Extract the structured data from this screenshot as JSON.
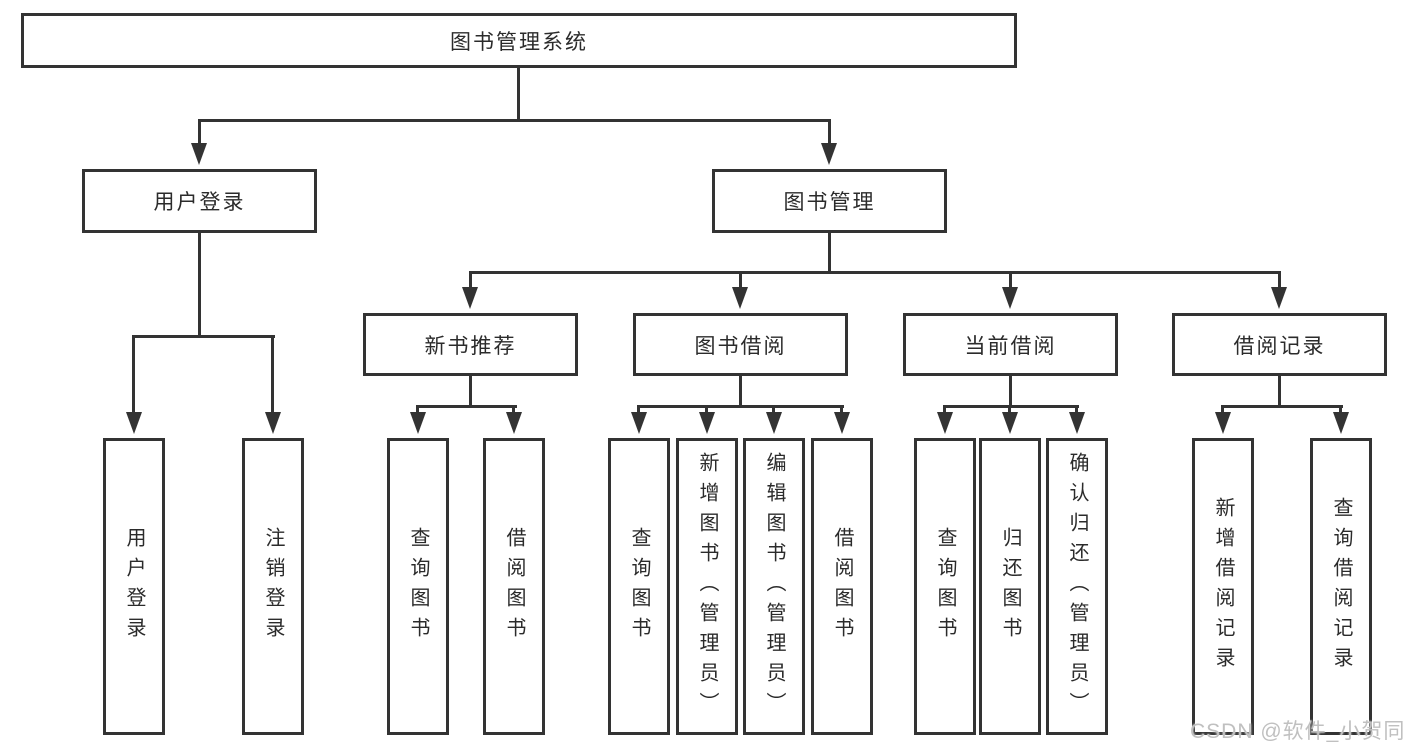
{
  "diagram": {
    "title": "图书管理系统",
    "type": "hierarchy-tree",
    "root": {
      "label": "图书管理系统"
    },
    "level2": [
      {
        "label": "用户登录"
      },
      {
        "label": "图书管理"
      }
    ],
    "level3": [
      {
        "label": "新书推荐",
        "parent": "图书管理"
      },
      {
        "label": "图书借阅",
        "parent": "图书管理"
      },
      {
        "label": "当前借阅",
        "parent": "图书管理"
      },
      {
        "label": "借阅记录",
        "parent": "图书管理"
      }
    ],
    "leaves": [
      {
        "label": "用户登录",
        "parent": "用户登录"
      },
      {
        "label": "注销登录",
        "parent": "用户登录"
      },
      {
        "label": "查询图书",
        "parent": "新书推荐"
      },
      {
        "label": "借阅图书",
        "parent": "新书推荐"
      },
      {
        "label": "查询图书",
        "parent": "图书借阅"
      },
      {
        "label": "新增图书（管理员）",
        "parent": "图书借阅"
      },
      {
        "label": "编辑图书（管理员）",
        "parent": "图书借阅"
      },
      {
        "label": "借阅图书",
        "parent": "图书借阅"
      },
      {
        "label": "查询图书",
        "parent": "当前借阅"
      },
      {
        "label": "归还图书",
        "parent": "当前借阅"
      },
      {
        "label": "确认归还（管理员）",
        "parent": "当前借阅"
      },
      {
        "label": "新增借阅记录",
        "parent": "借阅记录"
      },
      {
        "label": "查询借阅记录",
        "parent": "借阅记录"
      }
    ],
    "watermark": "CSDN @软件_小贺同学",
    "colors": {
      "line": "#333333",
      "text": "#2b2b2b",
      "background": "#ffffff",
      "watermark": "#c0c0c0"
    }
  }
}
